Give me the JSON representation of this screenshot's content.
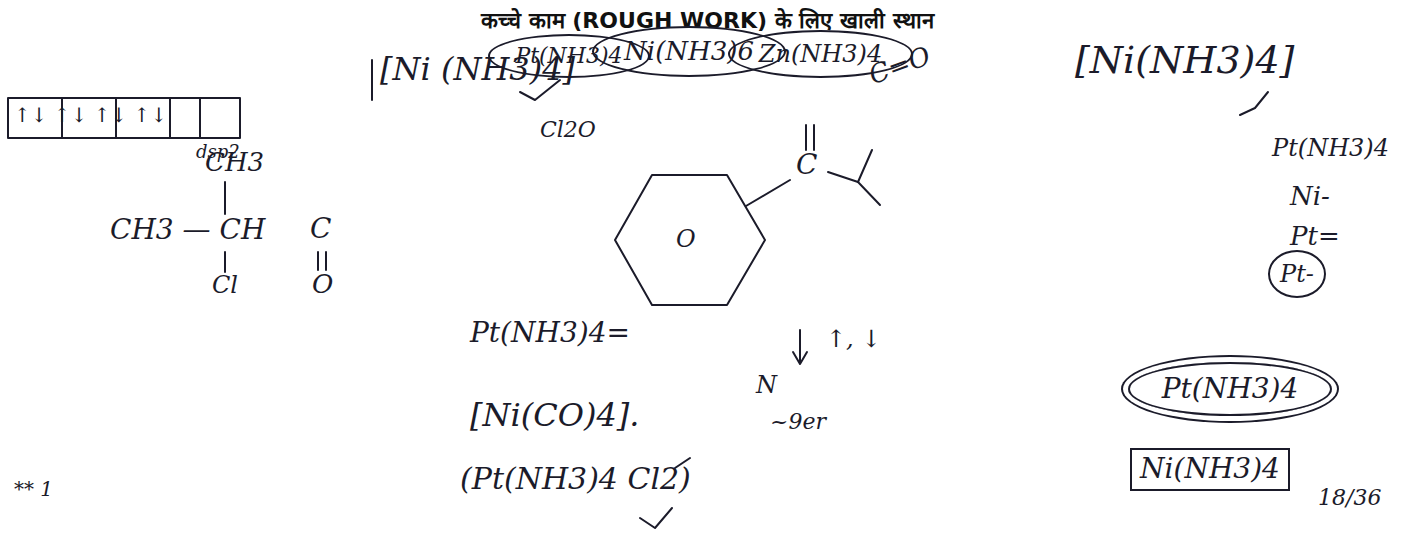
{
  "diagram": {
    "title": "कच्चे काम (ROUGH WORK) के लिए खाली स्थान",
    "nodes": [
      {
        "text": [
          "Pt(NH3)4"
        ]
      },
      {
        "text": [
          "Ni(NH3)6"
        ]
      },
      {
        "text": [
          "Zn(NH3)4"
        ]
      },
      {
        "text": [
          "Pt-"
        ]
      },
      {
        "text": [
          "Pt(NH3)4"
        ]
      },
      {
        "text": [
          "Ni(NH3)4"
        ]
      }
    ],
    "labels": [
      "[Ni (NH3)4]",
      "↑↓ ↑↓ ↑↓ ↑↓",
      "dsp2",
      "CH3",
      "CH3 — CH",
      "C",
      "O",
      "Cl",
      "Cl2O",
      "C=O",
      "C",
      "O",
      "Pt(NH3)4",
      "Ni-",
      "Pt=",
      "↑, ↓",
      "Pt(NH3)4=",
      "N",
      "~9er",
      "[Ni(CO)4].",
      "(Pt(NH3)4 Cl2)",
      "** 1",
      "18/36",
      "[Ni(NH3)4]"
    ]
  }
}
